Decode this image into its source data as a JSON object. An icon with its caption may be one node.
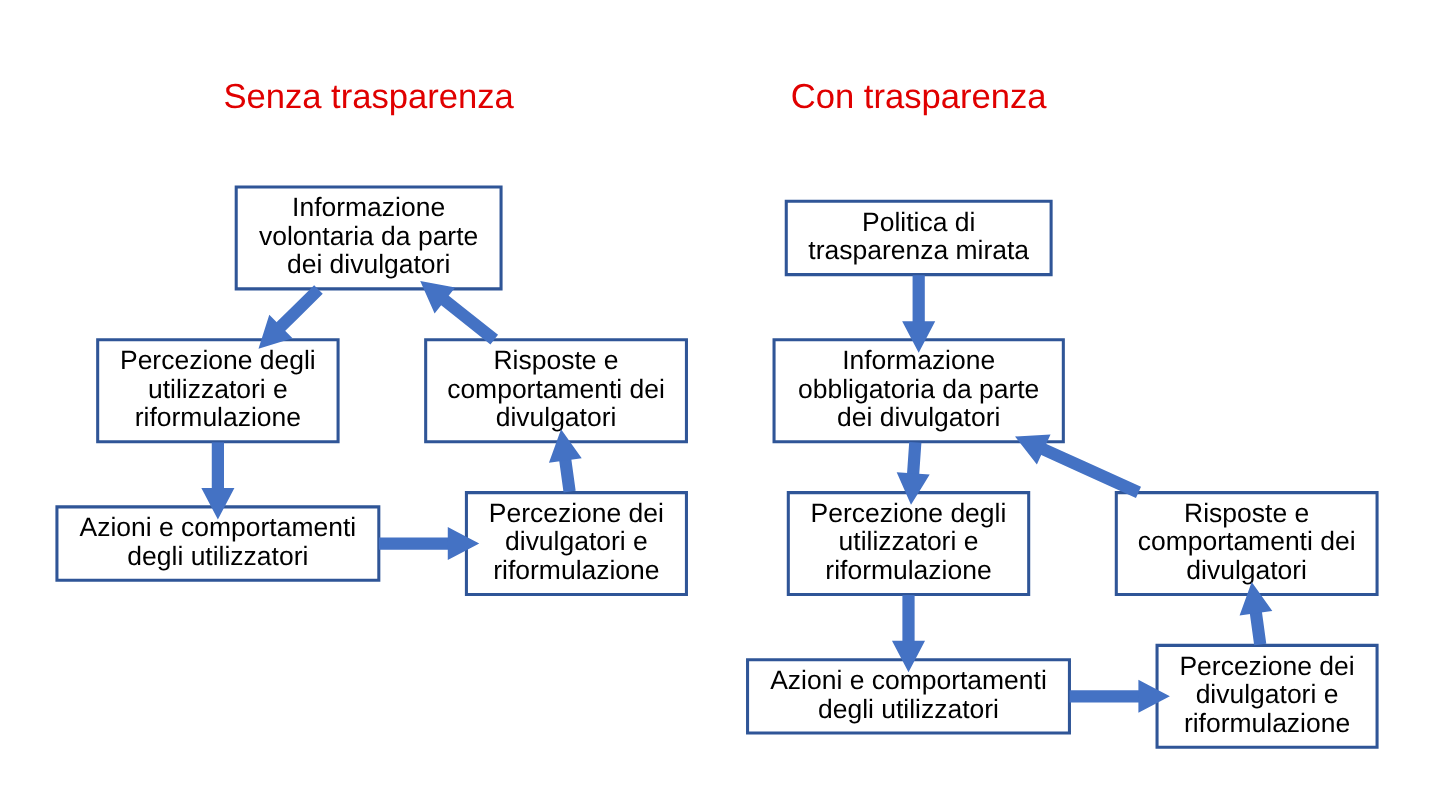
{
  "diagram": {
    "nodes": [
      {
        "text": [
          "Informazione volontaria da parte dei divulgatori"
        ]
      },
      {
        "text": [
          "Percezione degli utilizzatori e riformulazione"
        ]
      },
      {
        "text": [
          "Azioni e comportamenti degli utilizzatori"
        ]
      },
      {
        "text": [
          "Percezione dei divulgatori e riformulazione"
        ]
      },
      {
        "text": [
          "Risposte e comportamenti dei divulgatori"
        ]
      },
      {
        "text": [
          "Politica di trasparenza mirata"
        ]
      },
      {
        "text": [
          "Informazione obbligatoria da parte dei divulgatori"
        ]
      },
      {
        "text": [
          "Percezione degli utilizzatori e riformulazione"
        ]
      },
      {
        "text": [
          "Azioni e comportamenti degli utilizzatori"
        ]
      },
      {
        "text": [
          "Percezione dei divulgatori e riformulazione"
        ]
      },
      {
        "text": [
          "Risposte e comportamenti dei divulgatori"
        ]
      }
    ],
    "edges": [
      {
        "from": 0,
        "to": 1,
        "arrow": "to"
      },
      {
        "from": 1,
        "to": 2,
        "arrow": "to"
      },
      {
        "from": 2,
        "to": 3,
        "arrow": "to"
      },
      {
        "from": 3,
        "to": 4,
        "arrow": "to"
      },
      {
        "from": 4,
        "to": 0,
        "arrow": "to"
      },
      {
        "from": 5,
        "to": 6,
        "arrow": "to"
      },
      {
        "from": 6,
        "to": 7,
        "arrow": "to"
      },
      {
        "from": 7,
        "to": 8,
        "arrow": "to"
      },
      {
        "from": 8,
        "to": 9,
        "arrow": "to"
      },
      {
        "from": 9,
        "to": 10,
        "arrow": "to"
      },
      {
        "from": 10,
        "to": 6,
        "arrow": "to"
      }
    ],
    "labels": [
      "Senza trasparenza",
      "Con trasparenza"
    ]
  }
}
